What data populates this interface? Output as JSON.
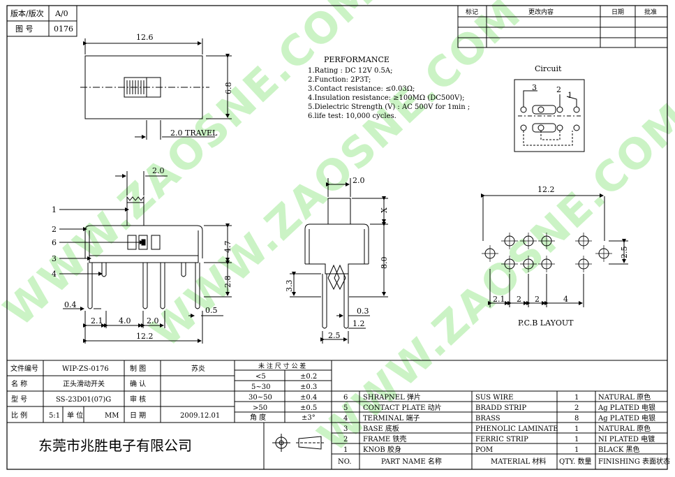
{
  "header": {
    "version_label": "版本/版次",
    "version_value": "A/0",
    "drawing_no_label": "图  号",
    "drawing_no_value": "0176"
  },
  "revision": {
    "mark": "标记",
    "content": "更改内容",
    "date": "日期",
    "approve": "批准"
  },
  "top_view": {
    "width_dim": "12.6",
    "height_dim": "6.8",
    "travel": "2.0 TRAVEL"
  },
  "performance": {
    "title": "PERFORMANCE",
    "items": [
      "1.Rating : DC 12V 0.5A;",
      "2.Function: 2P3T;",
      "3.Contact resistance: ≤0.03Ω;",
      "4.Insulation resistance: ≥100MΩ (DC500V);",
      "5.Dielectric Strength (V) : AC 500V for 1min ;",
      "6.life test: 10,000 cycles."
    ]
  },
  "circuit": {
    "title": "Circuit",
    "labels": [
      "3",
      "2",
      "1"
    ]
  },
  "front_view": {
    "callouts": [
      "1",
      "2",
      "6",
      "3",
      "4"
    ],
    "dim_top": "2.0",
    "dim_47": "4.7",
    "dim_28": "2.8",
    "dim_04": "0.4",
    "dim_05": "0.5",
    "dim_21": "2.1",
    "dim_40": "4.0",
    "dim_20": "2.0",
    "dim_122": "12.2"
  },
  "side_view": {
    "dim_top": "2.0",
    "dim_x": "X",
    "dim_80": "8.0",
    "dim_33": "3.3",
    "dim_03": "0.3",
    "dim_12": "1.2",
    "dim_25": "2.5"
  },
  "pcb": {
    "width_dim": "12.2",
    "height_dim": "2.5",
    "pitches": [
      "2.1",
      "2",
      "2",
      "4"
    ],
    "caption": "P.C.B LAYOUT"
  },
  "watermark": "WWW.ZAOSNE.COM",
  "title_block": {
    "file_no_label": "文件编号",
    "file_no": "WIP-ZS-0176",
    "name_label": "名   称",
    "name": "正头滑动开关",
    "model_label": "型   号",
    "model": "SS-23D01(07)G",
    "scale_label": "比   例",
    "scale": "5:1",
    "unit_label": "单  位",
    "unit": "MM",
    "drawn_label": "制   图",
    "drawn": "苏炎",
    "confirm_label": "确   认",
    "review_label": "审   核",
    "date_label": "日   期",
    "date": "2009.12.01"
  },
  "tolerance": {
    "title": "未 注 尺 寸 公 差",
    "rows": [
      [
        "<5",
        "±0.2"
      ],
      [
        "5~30",
        "±0.3"
      ],
      [
        "30~50",
        "±0.4"
      ],
      [
        ">50",
        "±0.5"
      ],
      [
        "角  度",
        "±3°"
      ]
    ]
  },
  "company": "东莞市兆胜电子有限公司",
  "bom": {
    "headers": [
      "NO.",
      "PART  NAME  名称",
      "MATERIAL 材料",
      "QTY. 数量",
      "FINISHING 表面状态"
    ],
    "rows": [
      [
        "6",
        "SHRAPNEL 弹片",
        "SUS WIRE",
        "1",
        "NATURAL 原色"
      ],
      [
        "5",
        "CONTACT PLATE  动片",
        "BRADD STRIP",
        "2",
        "Ag PLATED  电银"
      ],
      [
        "4",
        "TERMINAL  端子",
        "BRASS",
        "8",
        "Ag PLATED  电银"
      ],
      [
        "3",
        "BASE  底板",
        "PHENOLIC LAMINATE",
        "1",
        "NATURAL 原色"
      ],
      [
        "2",
        "FRAME  铁壳",
        "FERRIC STRIP",
        "1",
        "NI PLATED  电镀"
      ],
      [
        "1",
        "KNOB  胶身",
        "POM",
        "1",
        "BLACK 黑色"
      ]
    ]
  }
}
